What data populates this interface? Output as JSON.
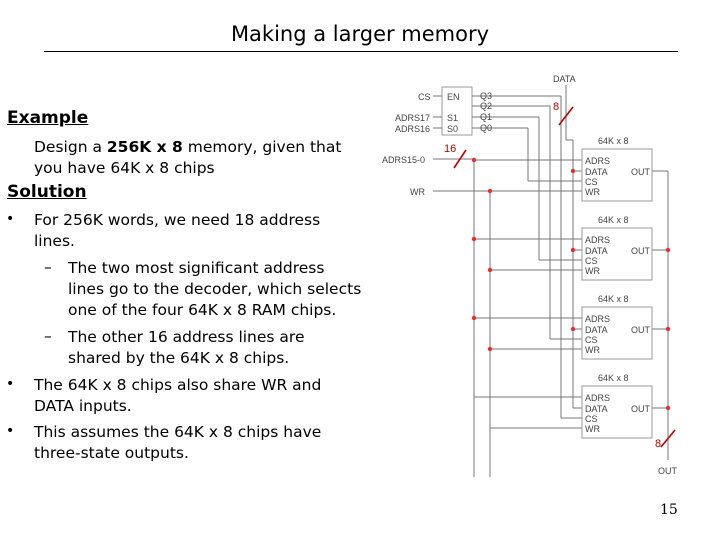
{
  "title": "Making a larger memory",
  "example": {
    "heading": "Example",
    "line1_pre": "Design a ",
    "line1_bold": "256K x 8",
    "line1_post": " memory, given that",
    "line2": "you have 64K x 8 chips"
  },
  "solution": {
    "heading": "Solution",
    "b1_l1": "For 256K words, we need 18 address",
    "b1_l2": "lines.",
    "s1_l1": "The two most significant address",
    "s1_l2": "lines go to the decoder, which selects",
    "s1_l3": "one of the four 64K x 8 RAM chips.",
    "s2_l1": "The other 16 address lines are",
    "s2_l2": "shared by the 64K x 8 chips.",
    "b2_l1": "The 64K x 8 chips also share WR and",
    "b2_l2": "DATA inputs.",
    "b3_l1": "This assumes the 64K x 8 chips have",
    "b3_l2": "three-state outputs.",
    "bullet_glyph": "•",
    "dash_glyph": "–"
  },
  "diagram": {
    "data_label": "DATA",
    "cs_label": "CS",
    "adrs17_label": "ADRS17",
    "adrs16_label": "ADRS16",
    "adrs15_label": "ADRS15-0",
    "wr_label": "WR",
    "dec_en": "EN",
    "dec_s1": "S1",
    "dec_s0": "S0",
    "dec_q3": "Q3",
    "dec_q2": "Q2",
    "dec_q1": "Q1",
    "dec_q0": "Q0",
    "bus_data_width": "8",
    "bus_adrs_width": "16",
    "bus_out_width": "8",
    "out_label": "OUT",
    "chip_title": "64K x 8",
    "pin_adrs": "ADRS",
    "pin_data": "DATA",
    "pin_cs": "CS",
    "pin_wr": "WR",
    "pin_out": "OUT"
  },
  "page_number": "15"
}
